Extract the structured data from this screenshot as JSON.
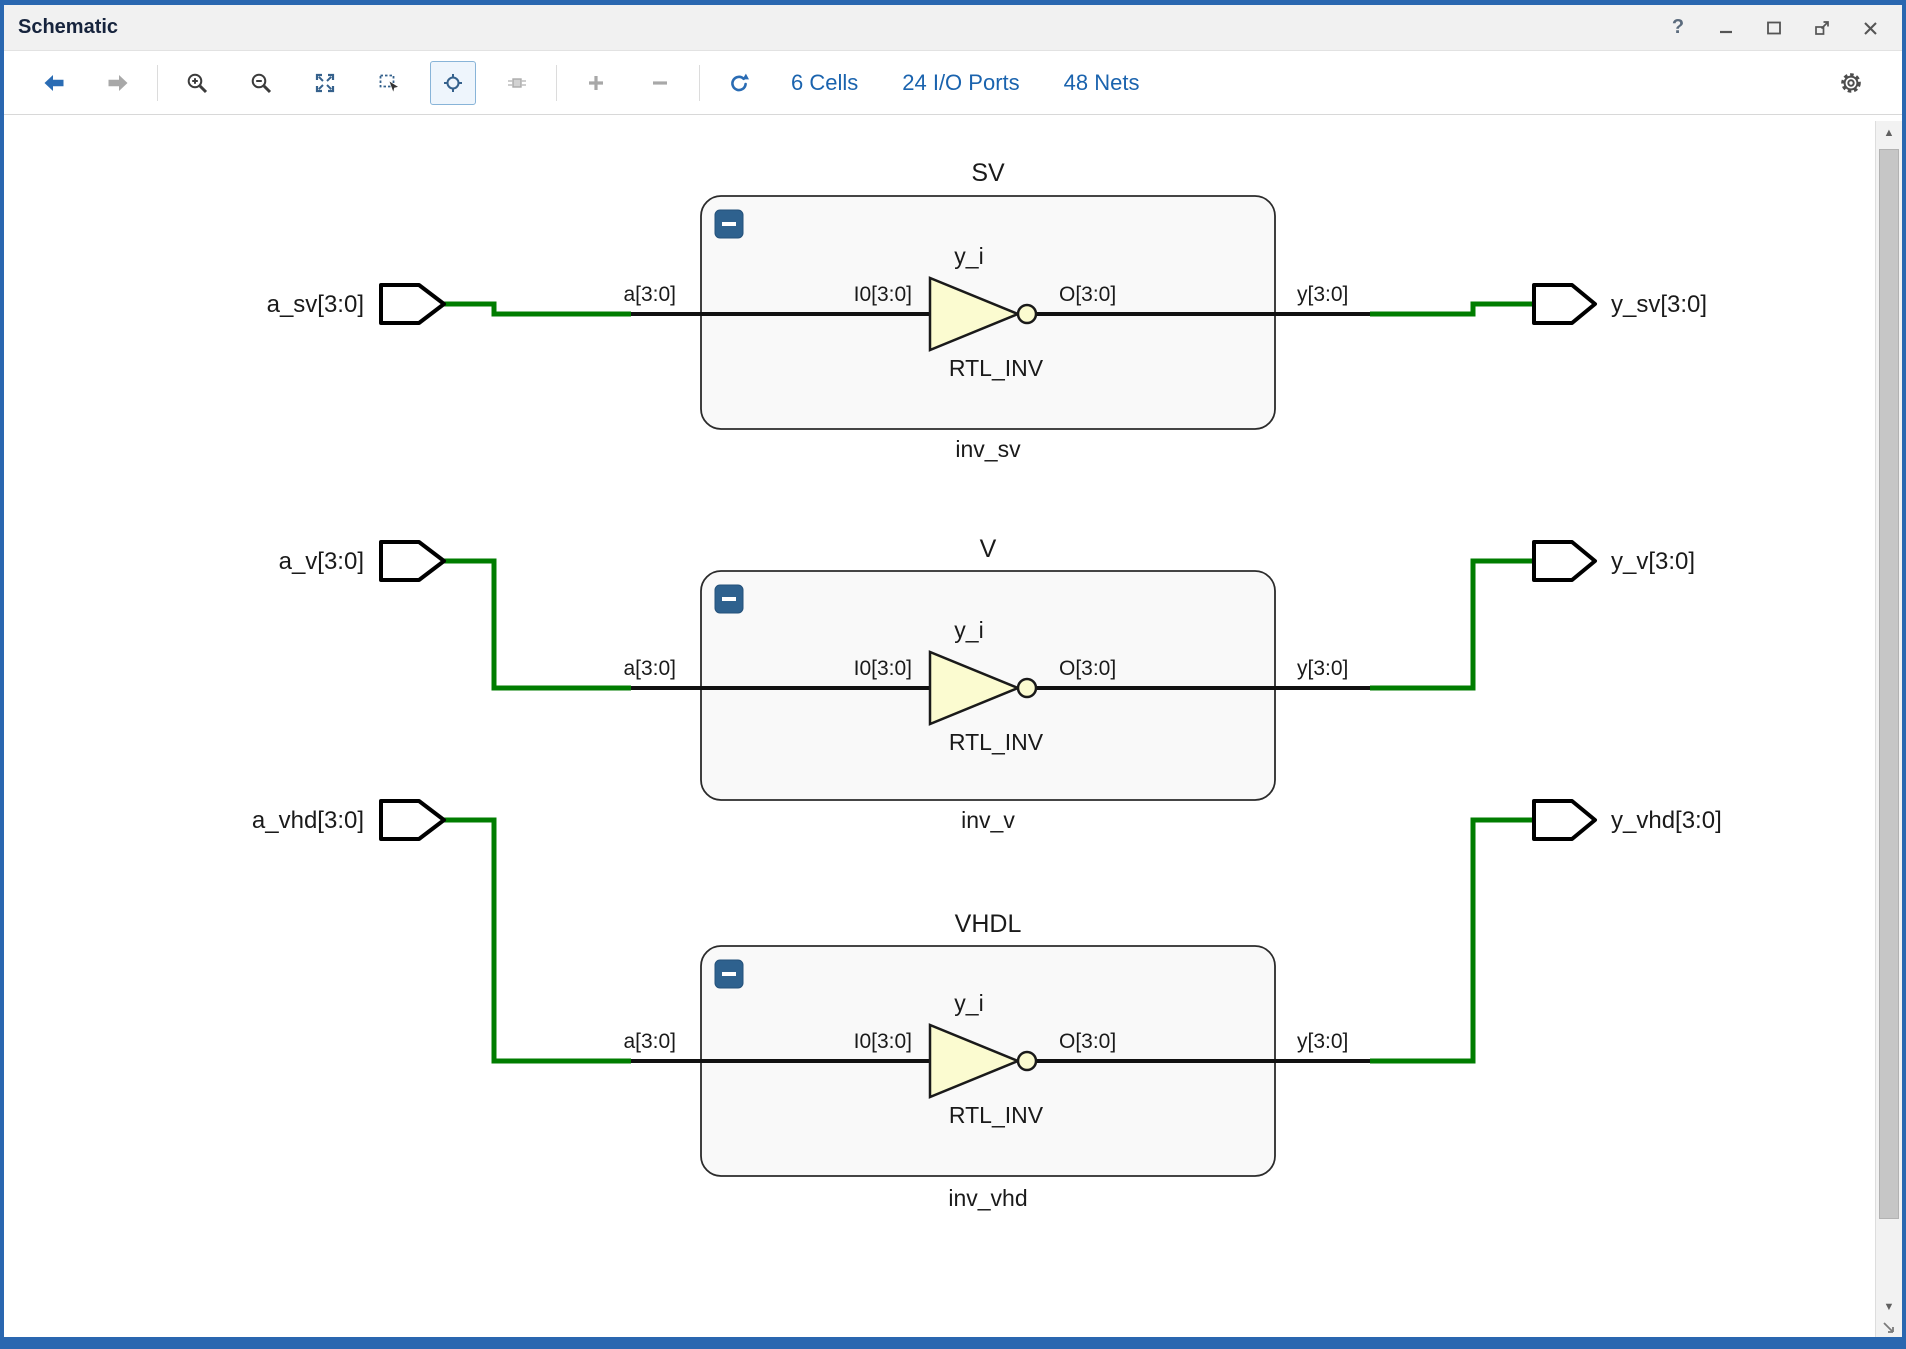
{
  "window": {
    "title": "Schematic",
    "help_glyph": "?"
  },
  "toolbar": {
    "buttons": [
      {
        "name": "back",
        "state": "enabled"
      },
      {
        "name": "forward",
        "state": "disabled"
      },
      {
        "name": "zoom-in",
        "state": "enabled"
      },
      {
        "name": "zoom-out",
        "state": "enabled"
      },
      {
        "name": "zoom-fit",
        "state": "enabled"
      },
      {
        "name": "zoom-to-selection",
        "state": "enabled"
      },
      {
        "name": "autofit-selection",
        "state": "selected"
      },
      {
        "name": "expand-cone",
        "state": "disabled"
      },
      {
        "name": "add",
        "state": "disabled"
      },
      {
        "name": "remove",
        "state": "disabled"
      },
      {
        "name": "regenerate",
        "state": "enabled"
      },
      {
        "name": "settings",
        "state": "enabled"
      }
    ],
    "links": [
      {
        "label": "6 Cells"
      },
      {
        "label": "24 I/O Ports"
      },
      {
        "label": "48 Nets"
      }
    ]
  },
  "schematic": {
    "blocks": [
      {
        "group": "SV",
        "instance": "inv_sv",
        "cell_name": "y_i",
        "cell_type": "RTL_INV",
        "input_pin": "I0[3:0]",
        "output_pin": "O[3:0]",
        "input_net": "a[3:0]",
        "output_net": "y[3:0]",
        "input_port": "a_sv[3:0]",
        "output_port": "y_sv[3:0]"
      },
      {
        "group": "V",
        "instance": "inv_v",
        "cell_name": "y_i",
        "cell_type": "RTL_INV",
        "input_pin": "I0[3:0]",
        "output_pin": "O[3:0]",
        "input_net": "a[3:0]",
        "output_net": "y[3:0]",
        "input_port": "a_v[3:0]",
        "output_port": "y_v[3:0]"
      },
      {
        "group": "VHDL",
        "instance": "inv_vhd",
        "cell_name": "y_i",
        "cell_type": "RTL_INV",
        "input_pin": "I0[3:0]",
        "output_pin": "O[3:0]",
        "input_net": "a[3:0]",
        "output_net": "y[3:0]",
        "input_port": "a_vhd[3:0]",
        "output_port": "y_vhd[3:0]"
      }
    ],
    "colors": {
      "net_green": "#007d00",
      "cell_fill": "#fbfbd0",
      "block_fill": "#f9f9f9",
      "collapse_blue": "#2e618e",
      "accent_blue": "#2a6cb4"
    }
  }
}
